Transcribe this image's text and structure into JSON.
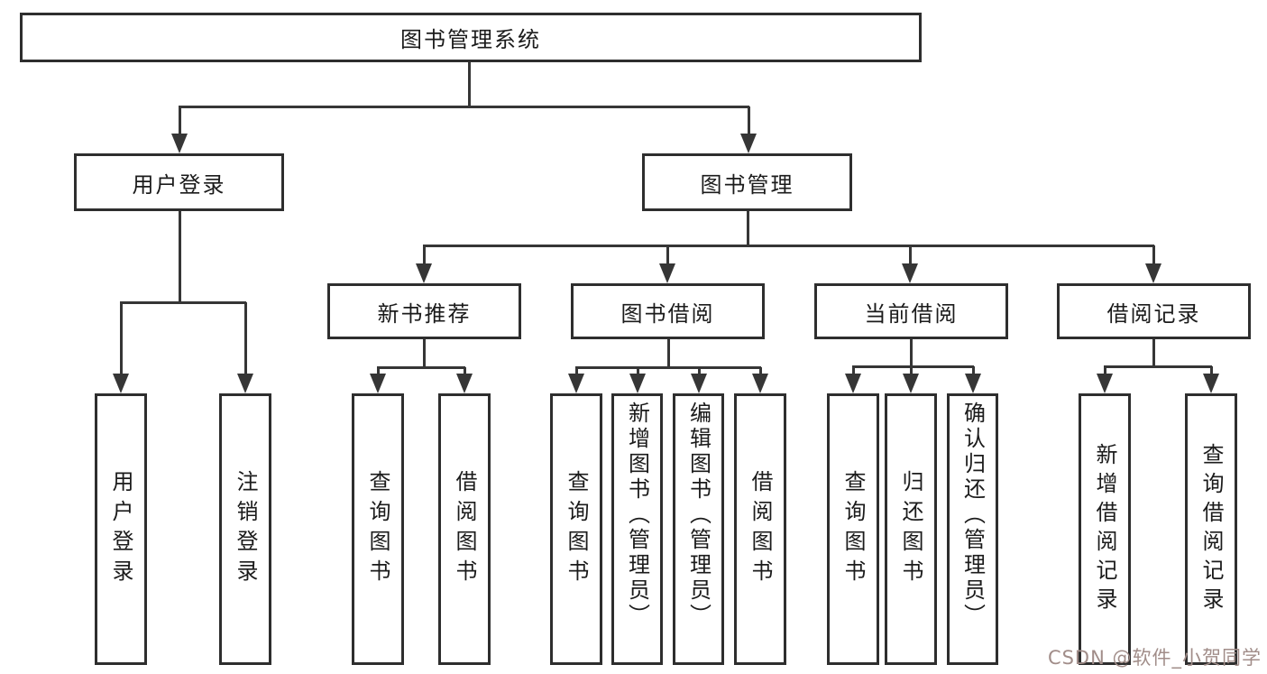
{
  "tree": {
    "label": "图书管理系统",
    "children": [
      {
        "label": "用户登录",
        "children": [
          {
            "label": "用户登录"
          },
          {
            "label": "注销登录"
          }
        ]
      },
      {
        "label": "图书管理",
        "children": [
          {
            "label": "新书推荐",
            "children": [
              {
                "label": "查询图书"
              },
              {
                "label": "借阅图书"
              }
            ]
          },
          {
            "label": "图书借阅",
            "children": [
              {
                "label": "查询图书"
              },
              {
                "label": "新增图书（管理员）"
              },
              {
                "label": "编辑图书（管理员）"
              },
              {
                "label": "借阅图书"
              }
            ]
          },
          {
            "label": "当前借阅",
            "children": [
              {
                "label": "查询图书"
              },
              {
                "label": "归还图书"
              },
              {
                "label": "确认归还（管理员）"
              }
            ]
          },
          {
            "label": "借阅记录",
            "children": [
              {
                "label": "新增借阅记录"
              },
              {
                "label": "查询借阅记录"
              }
            ]
          }
        ]
      }
    ]
  },
  "watermark": {
    "text": "CSDN @软件_小贺同学"
  },
  "colors": {
    "box_border": "#2e2e2e",
    "connector_line": "#363636",
    "text": "#1b1b1b",
    "watermark_text": "#a18d89",
    "background": "#ffffff"
  }
}
